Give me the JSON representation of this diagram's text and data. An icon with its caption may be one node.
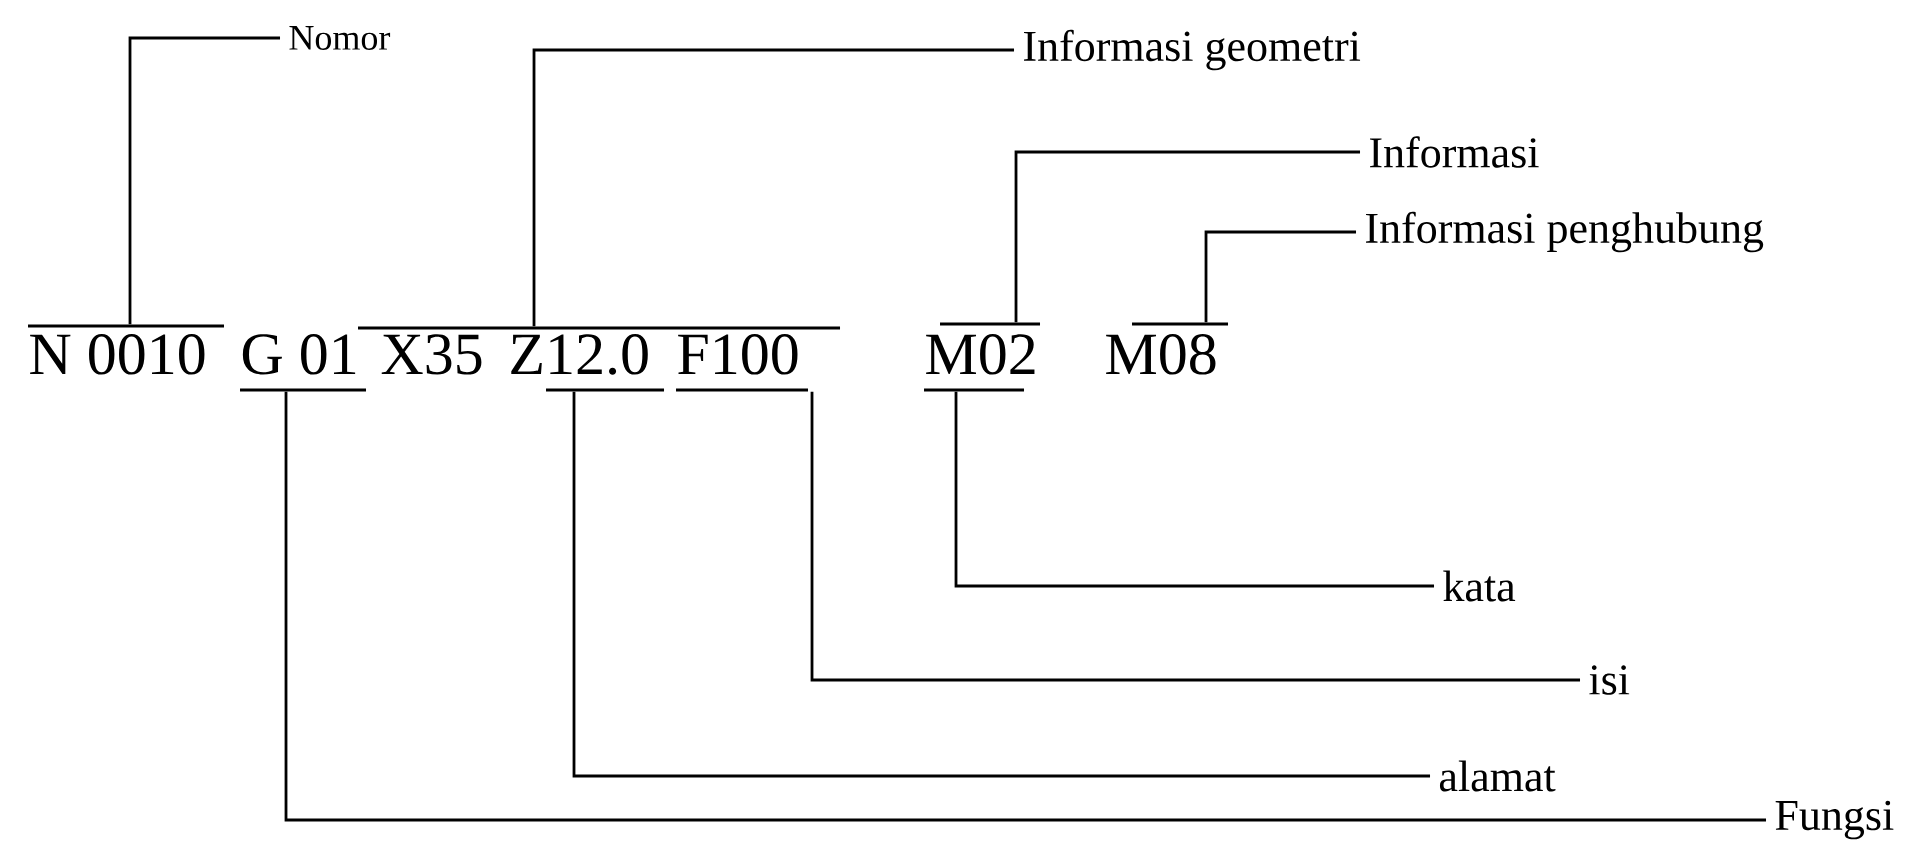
{
  "diagram": {
    "nodes": [
      {
        "text": [
          "Nomor"
        ]
      },
      {
        "text": [
          "Informasi geometri"
        ]
      },
      {
        "text": [
          "Informasi"
        ]
      },
      {
        "text": [
          "Informasi penghubung"
        ]
      },
      {
        "text": [
          "kata"
        ]
      },
      {
        "text": [
          "isi"
        ]
      },
      {
        "text": [
          "alamat"
        ]
      },
      {
        "text": [
          "Fungsi"
        ]
      },
      {
        "text": [],
        "shape": "bar"
      },
      {
        "text": [],
        "shape": "bar"
      },
      {
        "text": [],
        "shape": "bar"
      },
      {
        "text": [],
        "shape": "bar"
      },
      {
        "text": [],
        "shape": "bar"
      },
      {
        "text": [],
        "shape": "bar"
      },
      {
        "text": [],
        "shape": "bar"
      },
      {
        "text": [],
        "shape": "bar"
      }
    ],
    "edges": [
      {
        "from": 0,
        "to": 8,
        "arrow": "none"
      },
      {
        "from": 1,
        "to": 10,
        "arrow": "none"
      },
      {
        "from": 2,
        "to": 14,
        "arrow": "none"
      },
      {
        "from": 3,
        "to": 15,
        "arrow": "none"
      },
      {
        "from": 4,
        "to": 13,
        "arrow": "none"
      },
      {
        "from": 5,
        "to": 12,
        "arrow": "none"
      },
      {
        "from": 6,
        "to": 11,
        "arrow": "none"
      },
      {
        "from": 7,
        "to": 9,
        "arrow": "none"
      }
    ],
    "labels": [
      "N 0010",
      "G 01",
      "X35",
      "Z12.0",
      "F100",
      "M02",
      "M08"
    ]
  }
}
